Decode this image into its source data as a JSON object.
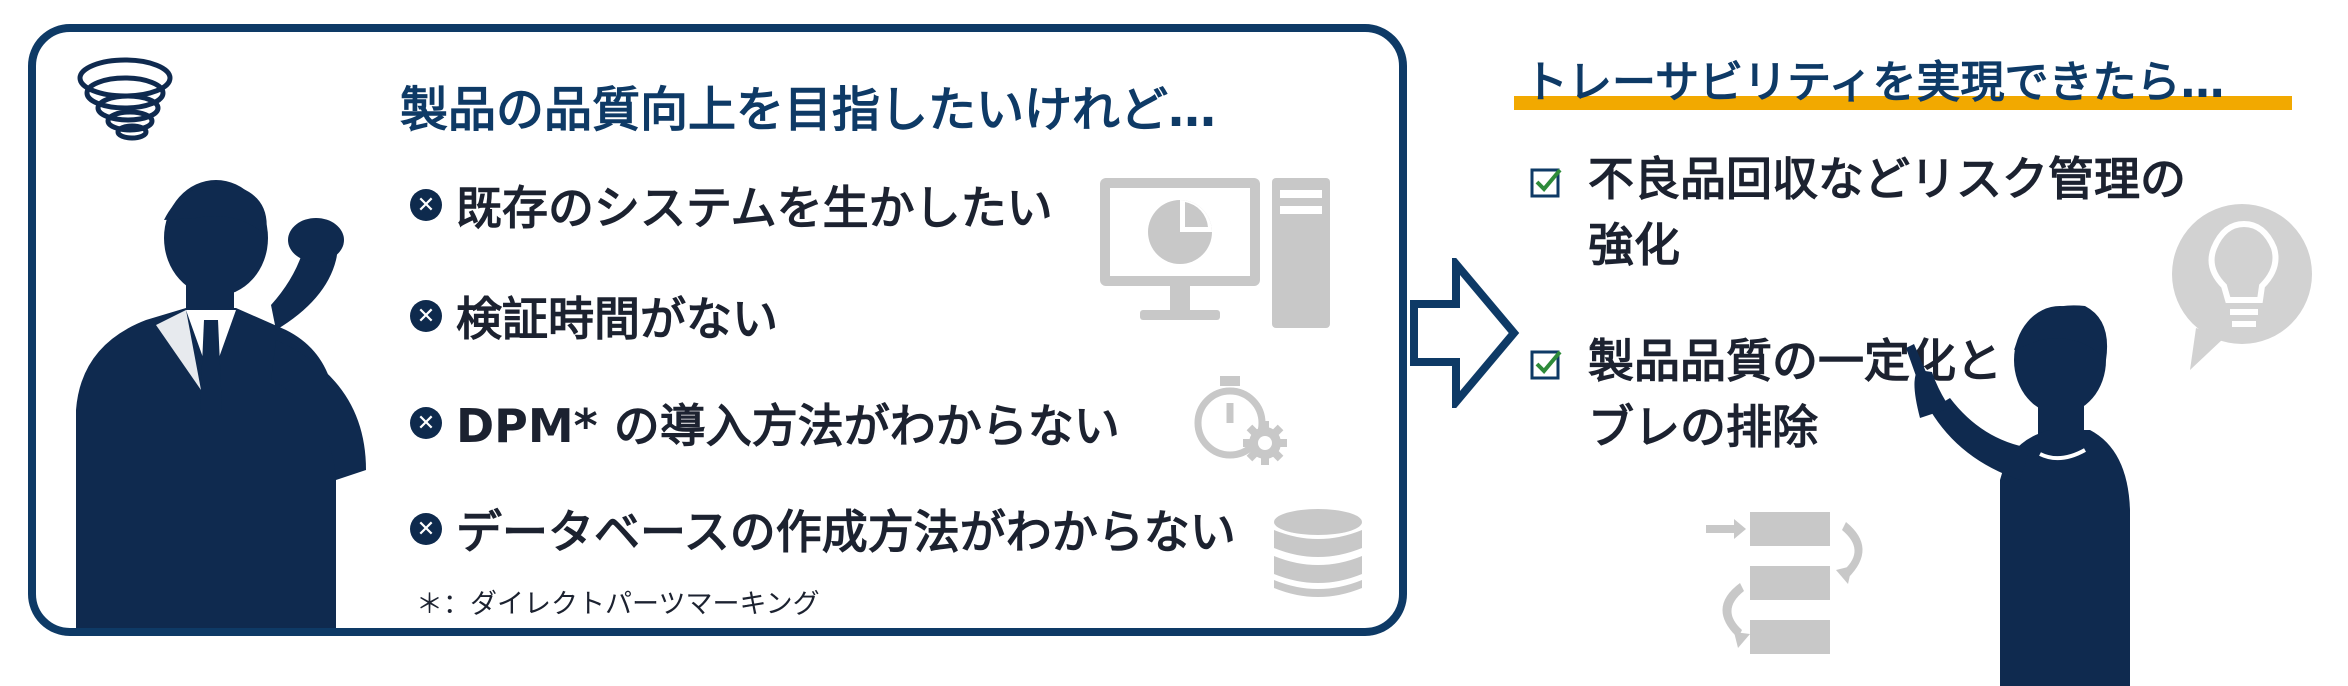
{
  "left_panel": {
    "heading": "製品の品質向上を目指したいけれど…",
    "items": [
      "既存のシステムを生かしたい",
      "検証時間がない",
      "DPM* の導入方法がわからない",
      "データベースの作成方法がわからない"
    ],
    "bullet_glyph": "✕",
    "footnote": "＊：ダイレクトパーツマーキング"
  },
  "right_panel": {
    "heading": "トレーサビリティを実現できたら…",
    "items": [
      {
        "line1": "不良品回収などリスク管理の",
        "line2": "強化"
      },
      {
        "line1": "製品品質の一定化と",
        "line2": "ブレの排除"
      }
    ]
  },
  "colors": {
    "navy": "#0e3a66",
    "silhouette": "#0f2a4f",
    "accent_yellow": "#f2a900",
    "check_green": "#2e8b3a",
    "icon_gray": "#c8c8c8"
  },
  "icons": [
    "stress-scribble-icon",
    "computer-icon",
    "pie-chart-icon",
    "stopwatch-gear-icon",
    "database-icon",
    "arrow-right-icon",
    "checkbox-icon",
    "lightbulb-icon",
    "process-flow-icon"
  ]
}
